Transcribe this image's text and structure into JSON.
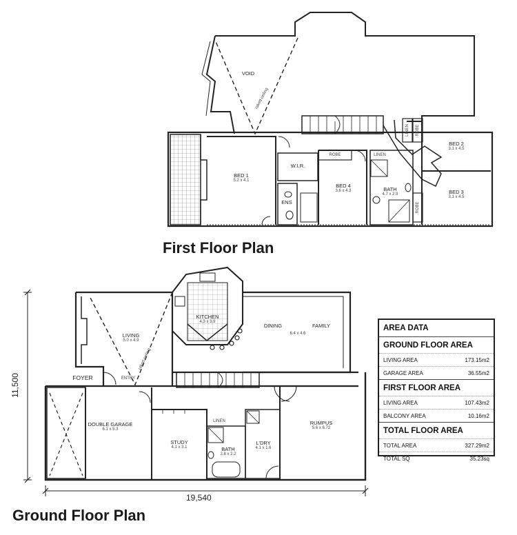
{
  "first_floor": {
    "title": "First Floor Plan",
    "rooms": {
      "void": "VOID",
      "bed1": {
        "name": "BED 1",
        "size": "5.2 x 4.1"
      },
      "wir": "W.I.R.",
      "ens": "ENS",
      "robe1": "ROBE",
      "bed4": {
        "name": "BED 4",
        "size": "3.6 x 4.3"
      },
      "linen": "LINEN",
      "bath": {
        "name": "BATH",
        "size": "4.7 x 2.9"
      },
      "linen2": "LINEN",
      "robe2": "ROBE",
      "bed2": {
        "name": "BED 2",
        "size": "3.1 x 4.5"
      },
      "bed3": {
        "name": "BED 3",
        "size": "3.1 x 4.5"
      },
      "robe3": "ROBE",
      "ceiling_note": "raked ceiling"
    }
  },
  "ground_floor": {
    "title": "Ground Floor Plan",
    "rooms": {
      "living": {
        "name": "LIVING",
        "size": "5.0 x 4.9"
      },
      "kitchen": {
        "name": "KITCHEN",
        "size": "4.3 x 3.9"
      },
      "dining": "DINING",
      "family": {
        "name": "FAMILY",
        "size": "6.4 x 4.6"
      },
      "foyer": "FOYER",
      "entry": "ENTRY",
      "garage": {
        "name": "DOUBLE GARAGE",
        "size": "6.1 x 5.3"
      },
      "study": {
        "name": "STUDY",
        "size": "4.1 x 3.1"
      },
      "linen": "LINEN",
      "bath": {
        "name": "BATH",
        "size": "2.8 x 2.2"
      },
      "ldry": {
        "name": "L'DRY",
        "size": "4.1 x 1.6"
      },
      "rumpus": {
        "name": "RUMPUS",
        "size": "5.6 x 6.72"
      },
      "ceiling_note": "raked ceiling"
    },
    "dimensions": {
      "depth": "11,500",
      "width": "19,540"
    }
  },
  "area_data": {
    "title": "AREA DATA",
    "ground": {
      "heading": "GROUND FLOOR AREA",
      "items": [
        {
          "label": "LIVING AREA",
          "value": "173.15m2"
        },
        {
          "label": "GARAGE AREA",
          "value": "36.55m2"
        }
      ]
    },
    "first": {
      "heading": "FIRST FLOOR AREA",
      "items": [
        {
          "label": "LIVING AREA",
          "value": "107.43m2"
        },
        {
          "label": "BALCONY AREA",
          "value": "10.16m2"
        }
      ]
    },
    "total": {
      "heading": "TOTAL FLOOR AREA",
      "items": [
        {
          "label": "TOTAL AREA",
          "value": "327.29m2"
        },
        {
          "label": "TOTAL SQ",
          "value": "35.23sq"
        }
      ]
    }
  }
}
